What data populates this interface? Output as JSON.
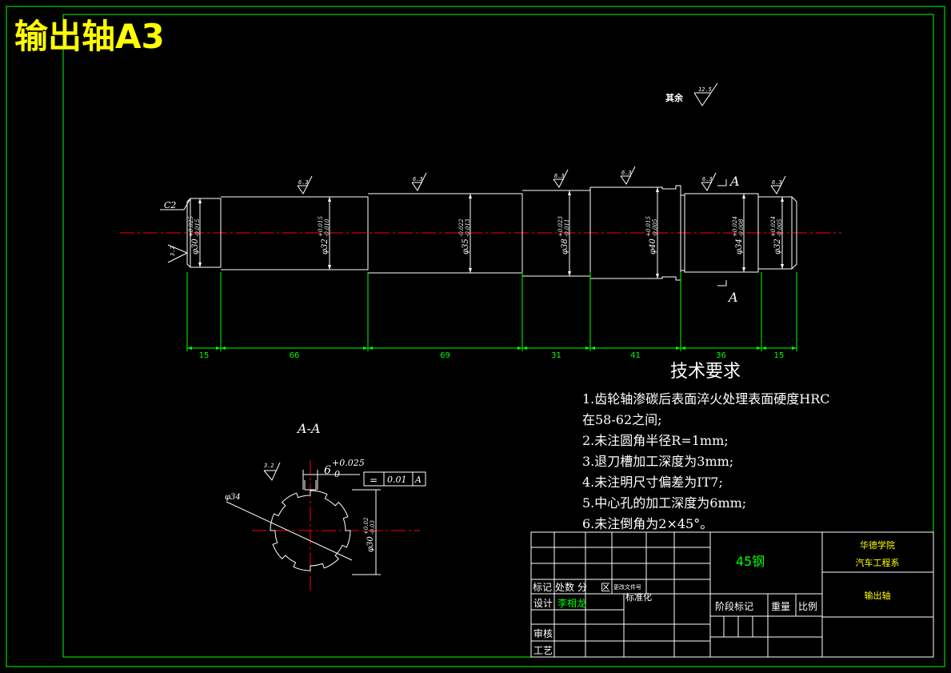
{
  "colors": {
    "frame": "#00ff00",
    "title": "#ffff00",
    "white": "#ffffff",
    "center": "#ff0000",
    "green_text": "#00ff00"
  },
  "title": "输出轴A3",
  "rough_other": {
    "label": "其余",
    "value": "12.5"
  },
  "chamfer_label": "C2",
  "center_hole_rough": "3.2",
  "section_mark": "A",
  "segment_roughness": [
    "6.3",
    "6.3",
    "6.3",
    "6.3",
    "6.3",
    "6.3"
  ],
  "diameters": [
    {
      "base": "φ30",
      "up": "+0.025",
      "low": "-0.015"
    },
    {
      "base": "φ32",
      "up": "+0.015",
      "low": "-0.010"
    },
    {
      "base": "φ35",
      "up": "-0.022",
      "low": "-0.013"
    },
    {
      "base": "φ38",
      "up": "+0.023",
      "low": "-0.011"
    },
    {
      "base": "φ40",
      "up": "+0.015",
      "low": "-0.005"
    },
    {
      "base": "φ34",
      "up": "+0.024",
      "low": "-0.008"
    },
    {
      "base": "φ32",
      "up": "+0.024",
      "low": "-0.005"
    }
  ],
  "lengths": [
    "15",
    "66",
    "69",
    "31",
    "41",
    "36",
    "15"
  ],
  "section": {
    "title": "A-A",
    "rough": "3.2",
    "key_width": "6",
    "key_tol_up": "+0.025",
    "key_tol_low": "0",
    "tol_symbol": "=",
    "tol_value": "0.01",
    "tol_datum": "A",
    "outer_dia": "φ34",
    "inner_dia": "φ30",
    "inner_up": "+0.02",
    "inner_low": "-0.03"
  },
  "tech": {
    "heading": "技术要求",
    "lines": [
      "1.齿轮轴渗碳后表面淬火处理表面硬度HRC",
      "在58-62之间;",
      "2.未注圆角半径R=1mm;",
      "3.退刀槽加工深度为3mm;",
      "4.未注明尺寸偏差为IT7;",
      "5.中心孔的加工深度为6mm;",
      "6.未注倒角为2×45°。"
    ]
  },
  "titleblock": {
    "material": "45钢",
    "school": "华德学院",
    "dept": "汽车工程系",
    "part_name": "输出轴",
    "headers": [
      "标记",
      "处数",
      "分",
      "区",
      "更改文件号"
    ],
    "design_label": "设计",
    "designer": "李相龙",
    "std_label": "标准化",
    "review_label": "审核",
    "craft_label": "工艺",
    "stage_label": "阶段标记",
    "weight_label": "重量",
    "scale_label": "比例"
  }
}
